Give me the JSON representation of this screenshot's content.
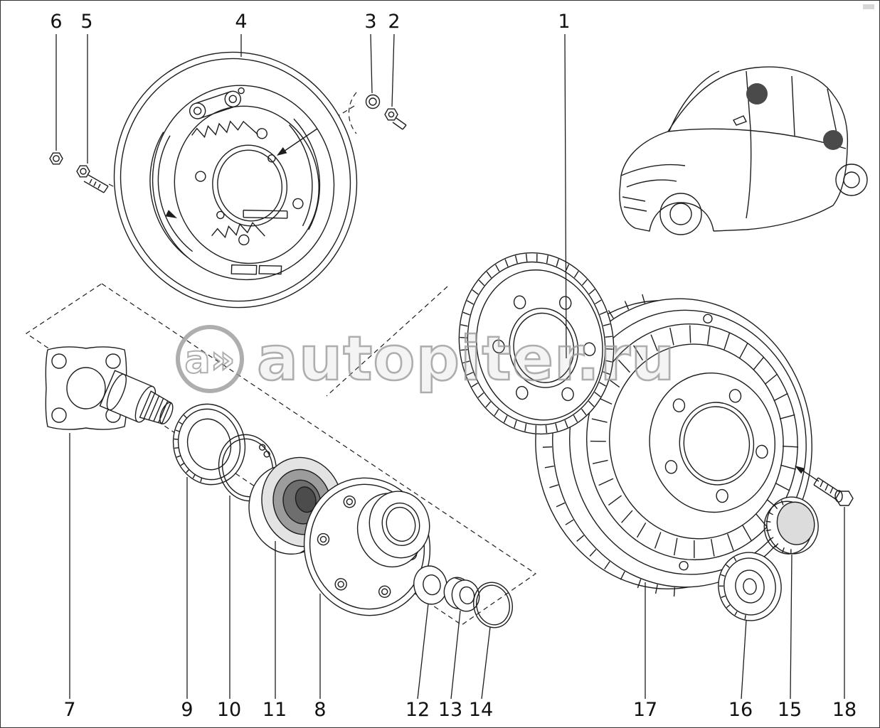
{
  "watermark": {
    "logo": "a»",
    "text": "autopiter.ru"
  },
  "colors": {
    "line": "#1d1d1d",
    "watermark": "#9a9a9a",
    "background": "#ffffff"
  },
  "callouts": [
    {
      "label": "6"
    },
    {
      "label": "5"
    },
    {
      "label": "4"
    },
    {
      "label": "3"
    },
    {
      "label": "2"
    },
    {
      "label": "1"
    },
    {
      "label": "7"
    },
    {
      "label": "9"
    },
    {
      "label": "10"
    },
    {
      "label": "11"
    },
    {
      "label": "8"
    },
    {
      "label": "12"
    },
    {
      "label": "13"
    },
    {
      "label": "14"
    },
    {
      "label": "17"
    },
    {
      "label": "16"
    },
    {
      "label": "15"
    },
    {
      "label": "18"
    }
  ]
}
